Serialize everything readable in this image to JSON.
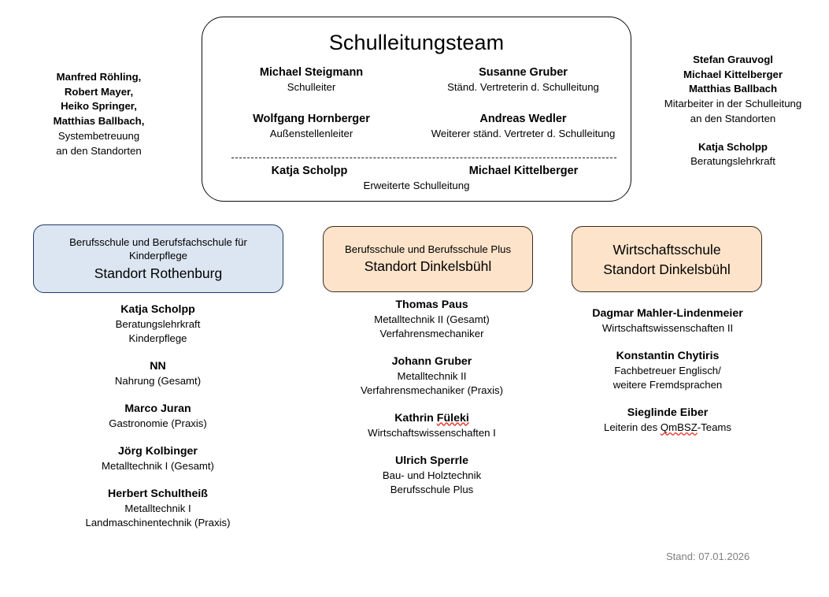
{
  "leadership": {
    "title": "Schulleitungsteam",
    "row1": [
      {
        "name": "Michael Steigmann",
        "role": "Schulleiter"
      },
      {
        "name": "Susanne Gruber",
        "role": "Ständ. Vertreterin d. Schulleitung"
      }
    ],
    "row2": [
      {
        "name": "Wolfgang Hornberger",
        "role": "Außenstellenleiter"
      },
      {
        "name": "Andreas Wedler",
        "role": "Weiterer ständ. Vertreter d. Schulleitung"
      }
    ],
    "extended": {
      "names": [
        "Katja Scholpp",
        "Michael Kittelberger"
      ],
      "caption": "Erweiterte Schulleitung"
    }
  },
  "note_left": {
    "names": [
      "Manfred Röhling,",
      "Robert Mayer,",
      "Heiko Springer,",
      "Matthias Ballbach,"
    ],
    "roles": [
      "Systembetreuung",
      "an den Standorten"
    ]
  },
  "note_right": {
    "block1": {
      "names": [
        "Stefan Grauvogl",
        "Michael Kittelberger",
        "Matthias Ballbach"
      ],
      "roles": [
        "Mitarbeiter in der Schulleitung",
        "an den Standorten"
      ]
    },
    "block2": {
      "name": "Katja Scholpp",
      "role": "Beratungslehrkraft"
    }
  },
  "departments": [
    {
      "sub": [
        "Berufsschule und Berufsfachschule für",
        "Kinderpflege"
      ],
      "main": [
        "Standort Rothenburg"
      ],
      "fill": "#dce6f2",
      "border": "#1f3864"
    },
    {
      "sub": [
        "Berufsschule und Berufsschule Plus"
      ],
      "main": [
        "Standort Dinkelsbühl"
      ],
      "fill": "#fce3ca",
      "border": "#3d2b1a"
    },
    {
      "sub": [],
      "main": [
        "Wirtschaftsschule",
        "Standort Dinkelsbühl"
      ],
      "fill": "#fce3ca",
      "border": "#3d2b1a"
    }
  ],
  "staff": [
    [
      {
        "name": "Katja Scholpp",
        "roles": [
          "Beratungslehrkraft",
          "Kinderpflege"
        ]
      },
      {
        "name": "NN",
        "roles": [
          "Nahrung (Gesamt)"
        ]
      },
      {
        "name": "Marco Juran",
        "roles": [
          "Gastronomie (Praxis)"
        ]
      },
      {
        "name": "Jörg Kolbinger",
        "roles": [
          "Metalltechnik I (Gesamt)"
        ]
      },
      {
        "name": "Herbert Schultheiß",
        "roles": [
          "Metalltechnik I",
          "Landmaschinentechnik (Praxis)"
        ]
      }
    ],
    [
      {
        "name": "Thomas Paus",
        "roles": [
          "Metalltechnik II (Gesamt)",
          "Verfahrensmechaniker"
        ]
      },
      {
        "name": "Johann Gruber",
        "roles": [
          "Metalltechnik II",
          "Verfahrensmechaniker (Praxis)"
        ]
      },
      {
        "name": "Kathrin Füleki",
        "name_misspelled": "Füleki",
        "roles": [
          "Wirtschaftswissenschaften I"
        ]
      },
      {
        "name": "Ulrich Sperrle",
        "roles": [
          "Bau- und Holztechnik",
          "Berufsschule Plus"
        ]
      }
    ],
    [
      {
        "name": "Dagmar Mahler-Lindenmeier",
        "roles": [
          "Wirtschaftswissenschaften II"
        ]
      },
      {
        "name": "Konstantin Chytiris",
        "roles": [
          "Fachbetreuer Englisch/",
          "weitere Fremdsprachen"
        ]
      },
      {
        "name": "Sieglinde Eiber",
        "roles": [
          "Leiterin des QmBSZ-Teams"
        ],
        "role_misspelled": "QmBSZ"
      }
    ]
  ],
  "footer": {
    "stand": "Stand: 07.01.2026",
    "color": "#7f7f7f"
  }
}
